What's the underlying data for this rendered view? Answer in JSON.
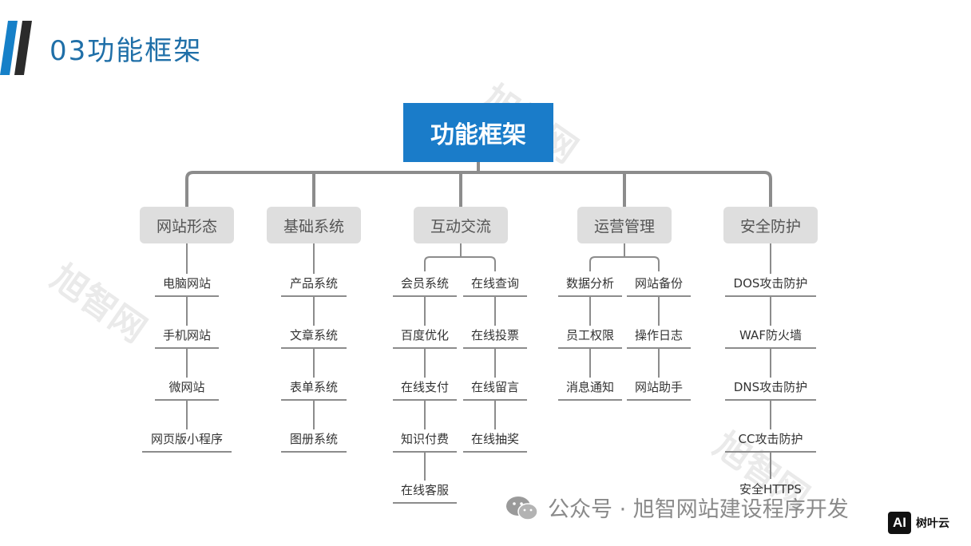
{
  "header": {
    "title": "03功能框架"
  },
  "root": {
    "label": "功能框架"
  },
  "categories": [
    {
      "label": "网站形态"
    },
    {
      "label": "基础系统"
    },
    {
      "label": "互动交流"
    },
    {
      "label": "运营管理"
    },
    {
      "label": "安全防护"
    }
  ],
  "leaves": {
    "website_forms": [
      "电脑网站",
      "手机网站",
      "微网站",
      "网页版小程序"
    ],
    "base_systems": [
      "产品系统",
      "文章系统",
      "表单系统",
      "图册系统"
    ],
    "interaction_left": [
      "会员系统",
      "百度优化",
      "在线支付",
      "知识付费",
      "在线客服"
    ],
    "interaction_right": [
      "在线查询",
      "在线投票",
      "在线留言",
      "在线抽奖"
    ],
    "ops_left": [
      "数据分析",
      "员工权限",
      "消息通知"
    ],
    "ops_right": [
      "网站备份",
      "操作日志",
      "网站助手"
    ],
    "security": [
      "DOS攻击防护",
      "WAF防火墙",
      "DNS攻击防护",
      "CC攻击防护",
      "安全HTTPS"
    ]
  },
  "watermark": {
    "text": "旭智网"
  },
  "footer": {
    "text": "公众号 · 旭智网站建设程序开发"
  },
  "brand": {
    "badge": "AI",
    "name": "树叶云"
  },
  "colors": {
    "accent": "#1a7cc9",
    "title": "#1f6fa8",
    "category_bg": "#dedede",
    "connector": "#8c8c8c",
    "logo_blue": "#1680c8",
    "logo_dark": "#2b2b2b"
  }
}
